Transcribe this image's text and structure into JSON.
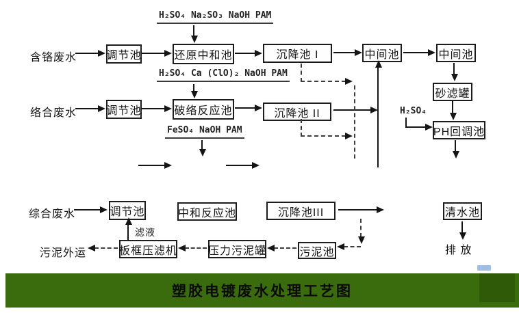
{
  "banner": {
    "title": "塑胶电镀废水处理工艺图",
    "bg_color": "#3a6c0e",
    "dark_block_color": "#2f5a08"
  },
  "sources": {
    "chrome_wastewater": "含铬废水",
    "complex_wastewater": "络合废水",
    "mixed_wastewater": "综合废水"
  },
  "nodes": {
    "r1_regulating": "调节池",
    "r1_reduction_neutralization": "还原中和池",
    "r1_sedimentation1": "沉降池 I",
    "r1_intermediate1": "中间池",
    "r1_intermediate2": "中间池",
    "r2_regulating": "调节池",
    "r2_complex_breaking": "破络反应池",
    "r2_sedimentation2": "沉降池 II",
    "sand_filter": "砂滤罐",
    "ph_readjust": "PH回调池",
    "r3_regulating": "调节池",
    "r3_neutralization_reaction": "中和反应池",
    "r3_sedimentation3": "沉降池III",
    "r3_clean_water": "清水池",
    "r4_filter_press": "板框压滤机",
    "r4_pressure_sludge_tank": "压力污泥罐",
    "r4_sludge_pool": "污泥池"
  },
  "chemicals": {
    "dose1": "H₂SO₄ Na₂SO₃ NaOH PAM",
    "dose2": "H₂SO₄ Ca (ClO)₂ NaOH PAM",
    "dose3": "FeSO₄ NaOH PAM",
    "dose4": "H₂SO₄"
  },
  "labels": {
    "filtrate": "滤液",
    "sludge_out": "污泥外运",
    "discharge": "排 放"
  }
}
